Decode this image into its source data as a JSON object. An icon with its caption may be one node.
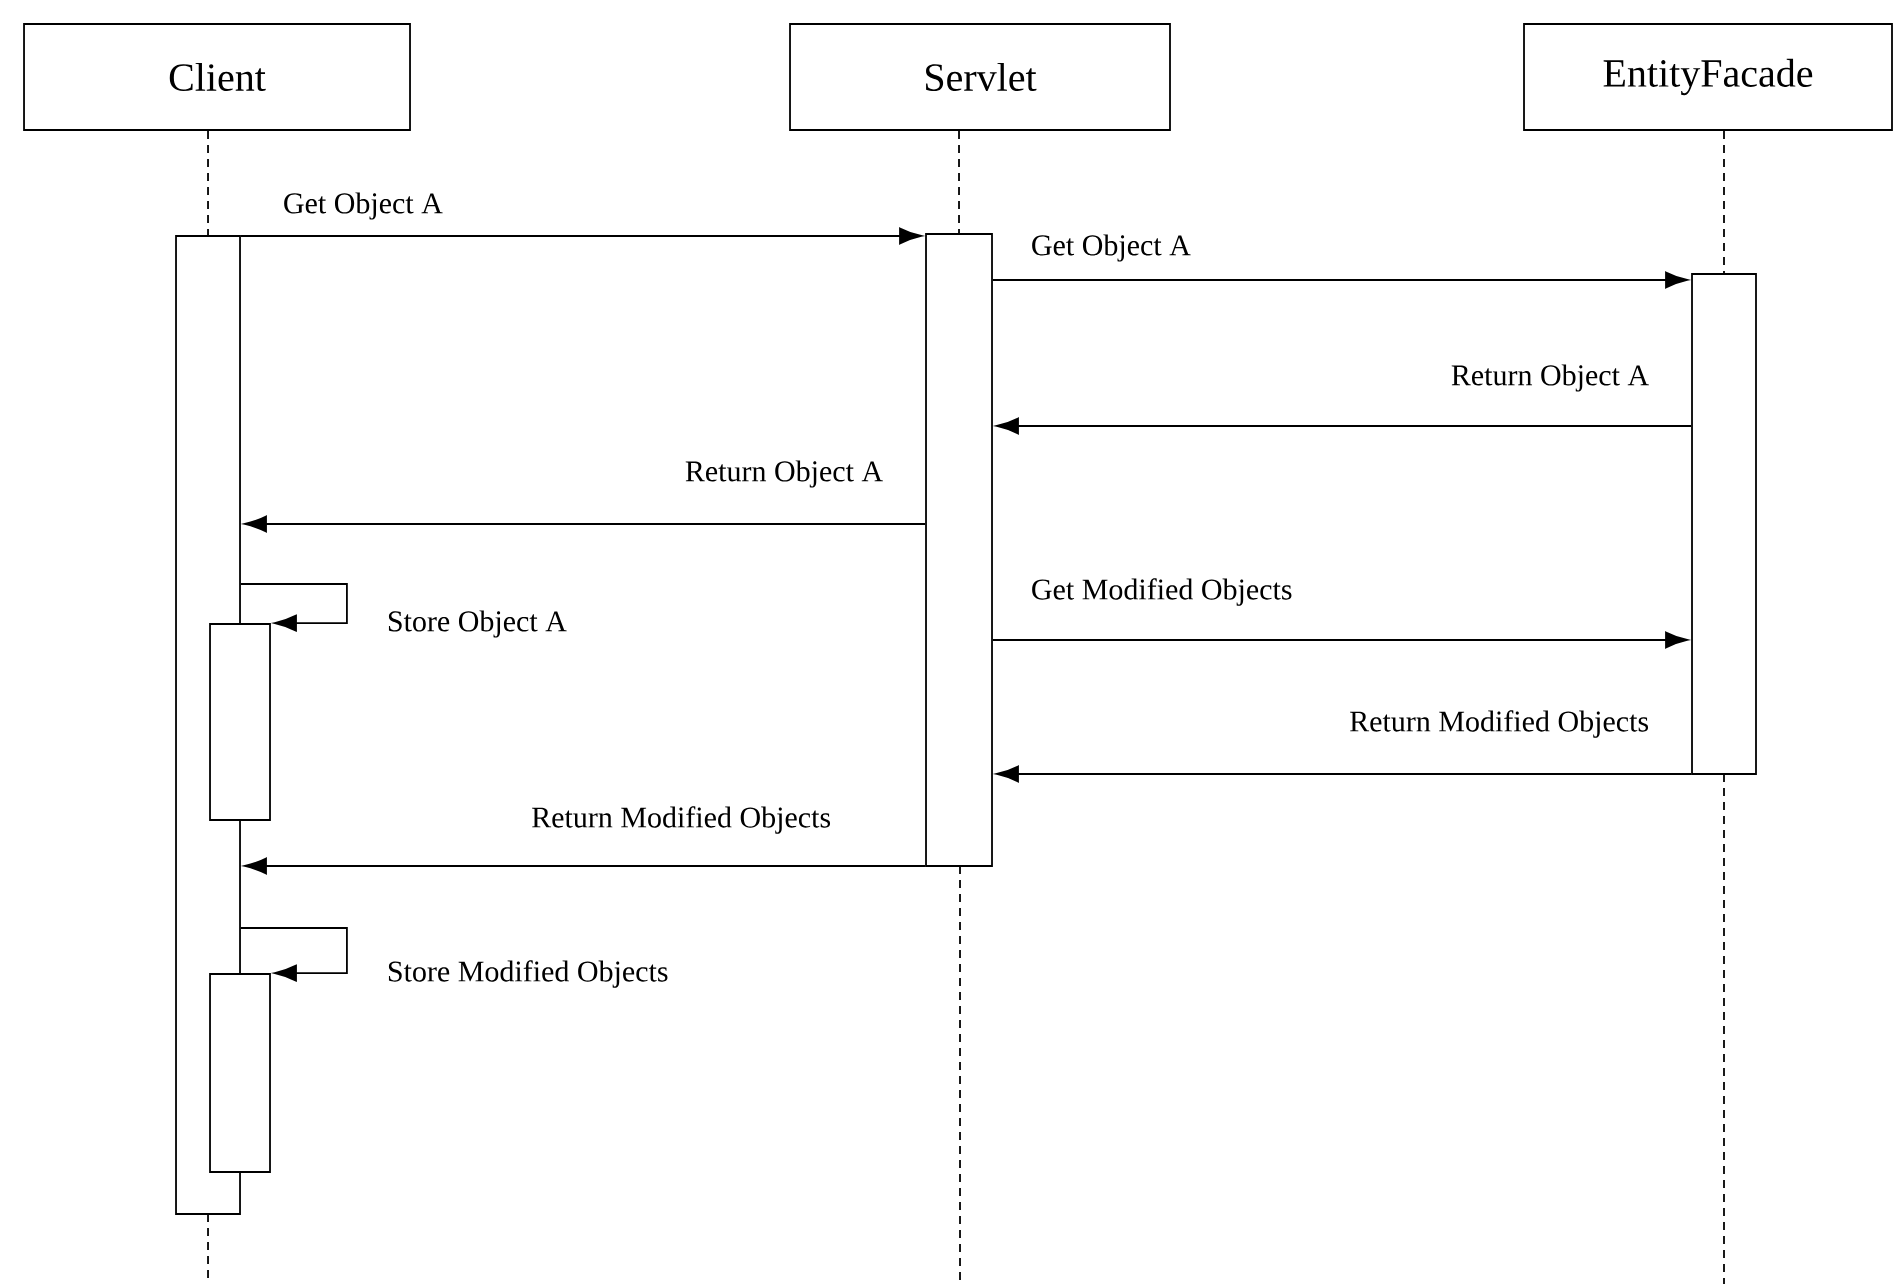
{
  "diagram": {
    "nodes": [
      {
        "text": [
          "Client"
        ]
      },
      {
        "text": [
          "Servlet"
        ]
      },
      {
        "text": [
          "EntityFacade"
        ]
      },
      {
        "text": [],
        "shape": "bar"
      },
      {
        "text": [],
        "shape": "bar"
      },
      {
        "text": [],
        "shape": "bar"
      },
      {
        "text": [],
        "shape": "bar"
      },
      {
        "text": [],
        "shape": "bar"
      }
    ],
    "edges": [
      {
        "from": 0,
        "to": 3,
        "arrow": "none",
        "style": "dashed"
      },
      {
        "from": 1,
        "to": 4,
        "arrow": "none",
        "style": "dashed"
      },
      {
        "from": 2,
        "to": 5,
        "arrow": "none",
        "style": "dashed"
      },
      {
        "from": 3,
        "to": 4,
        "arrow": "to",
        "label": "Get Object A"
      },
      {
        "from": 4,
        "to": 5,
        "arrow": "to",
        "label": "Get Object A"
      },
      {
        "from": 5,
        "to": 4,
        "arrow": "to",
        "label": "Return Object A"
      },
      {
        "from": 4,
        "to": 3,
        "arrow": "to",
        "label": "Return Object A"
      },
      {
        "from": 3,
        "to": 6,
        "arrow": "to",
        "label": "Store Object A"
      },
      {
        "from": 4,
        "to": 5,
        "arrow": "to",
        "label": "Get Modified Objects"
      },
      {
        "from": 5,
        "to": 4,
        "arrow": "to",
        "label": "Return Modified Objects"
      },
      {
        "from": 4,
        "to": 3,
        "arrow": "to",
        "label": "Return Modified Objects"
      },
      {
        "from": 3,
        "to": 7,
        "arrow": "to",
        "label": "Store Modified Objects"
      }
    ]
  }
}
